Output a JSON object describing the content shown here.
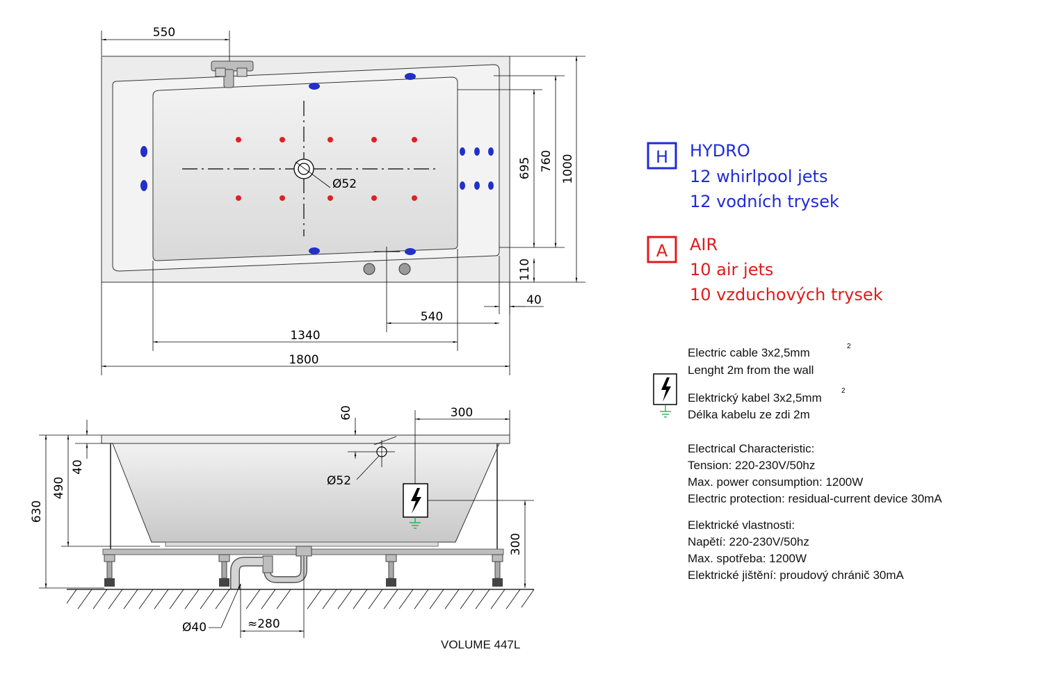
{
  "top_view": {
    "dims": {
      "d550": "550",
      "d1000": "1000",
      "d760": "760",
      "d695": "695",
      "d110": "110",
      "d40": "40",
      "d540": "540",
      "d1340": "1340",
      "d1800": "1800",
      "drain": "Ø52"
    }
  },
  "legend": {
    "hydro": {
      "box": "H",
      "title": "HYDRO",
      "line1": "12 whirlpool jets",
      "line2": "12 vodních trysek",
      "color": "#1f2bd6"
    },
    "air": {
      "box": "A",
      "title": "AIR",
      "line1": "10 air jets",
      "line2": "10 vzduchových trysek",
      "color": "#e01b1b"
    }
  },
  "electric": {
    "cable_en_1": "Electric cable 3x2,5mm",
    "cable_en_2": "Lenght 2m from the wall",
    "cable_cz_1": "Elektrický kabel 3x2,5mm",
    "cable_cz_2": "Délka kabelu ze zdi 2m",
    "sup": "2",
    "char_en_title": "Electrical Characteristic:",
    "char_en_1": "Tension: 220-230V/50hz",
    "char_en_2": "Max. power consumption: 1200W",
    "char_en_3": "Electric protection: residual-current device 30mA",
    "char_cz_title": "Elektrické vlastnosti:",
    "char_cz_1": "Napětí: 220-230V/50hz",
    "char_cz_2": "Max. spotřeba: 1200W",
    "char_cz_3": "Elektrické jištění: proudový chránič 30mA"
  },
  "side_view": {
    "dims": {
      "d60": "60",
      "d300top": "300",
      "d40": "40",
      "d490": "490",
      "d630": "630",
      "d300": "300",
      "drain": "Ø52",
      "d40pipe": "Ø40",
      "d280": "≈280"
    },
    "volume": "VOLUME 447L"
  },
  "colors": {
    "hydro_jet": "#2230c8",
    "air_jet": "#e02020",
    "ground": "#1aa84a"
  }
}
